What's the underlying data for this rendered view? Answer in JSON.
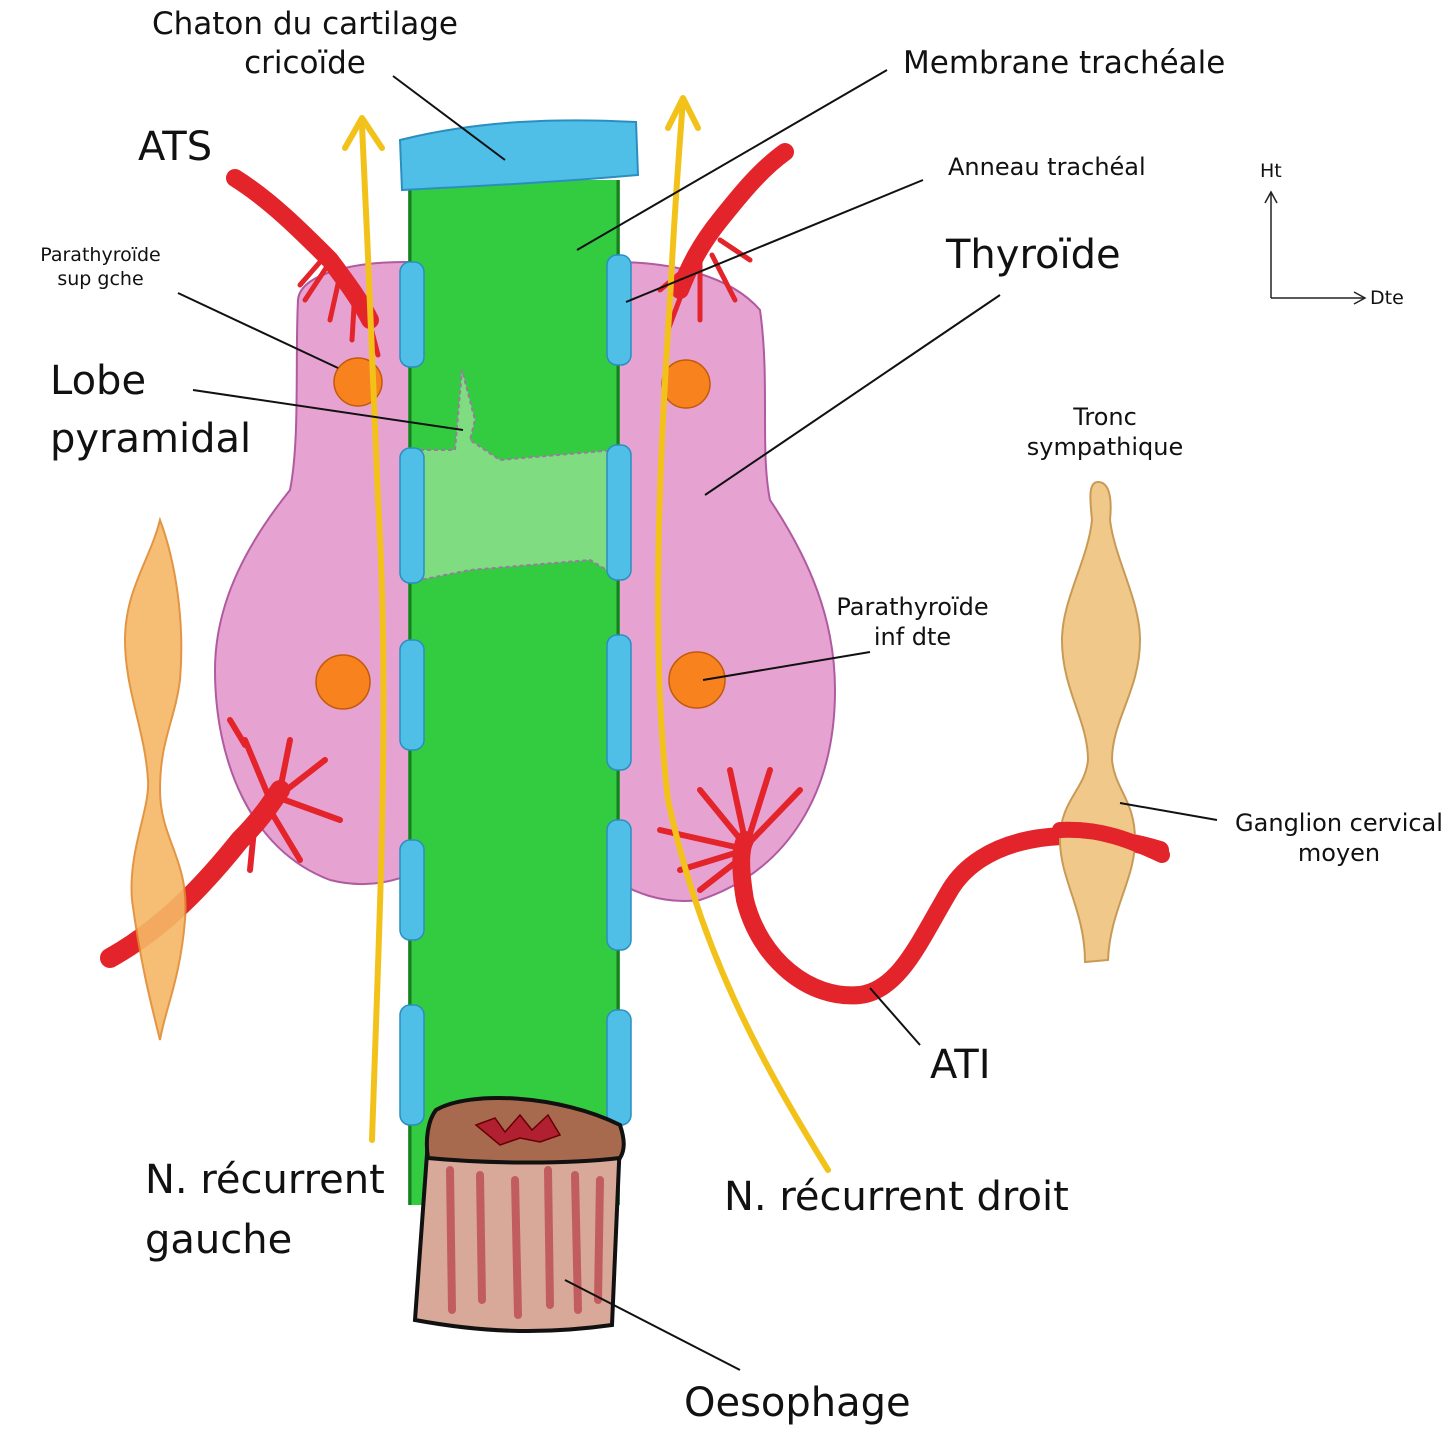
{
  "labels": {
    "chaton_line1": "Chaton du cartilage",
    "chaton_line2": "cricoïde",
    "membrane": "Membrane trachéale",
    "anneau": "Anneau trachéal",
    "thyroide": "Thyroïde",
    "ats": "ATS",
    "parathyroide_sup_line1": "Parathyroïde",
    "parathyroide_sup_line2": "sup gche",
    "lobe_line1": "Lobe",
    "lobe_line2": "pyramidal",
    "tronc_line1": "Tronc",
    "tronc_line2": "sympathique",
    "parathyroide_inf_line1": "Parathyroïde",
    "parathyroide_inf_line2": "inf dte",
    "ganglion_line1": "Ganglion cervical",
    "ganglion_line2": "moyen",
    "ati": "ATI",
    "recurrent_gauche_line1": "N. récurrent",
    "recurrent_gauche_line2": "gauche",
    "recurrent_droit": "N. récurrent droit",
    "oesophage": "Oesophage"
  },
  "axes": {
    "up": "Ht",
    "right": "Dte"
  },
  "colors": {
    "trachea": "#33cc40",
    "cartilage": "#4fbfe8",
    "thyroid": "#e6a3d2",
    "thyroid_outline": "#b05aa0",
    "artery": "#e3242b",
    "nerve": "#f2c21b",
    "parathyroid": "#f7821e",
    "ganglion": "#f0c98a",
    "oesophagus": "#d8a898",
    "oesophagus_top": "#a86a4e",
    "oesophagus_mucosa": "#b02030"
  }
}
